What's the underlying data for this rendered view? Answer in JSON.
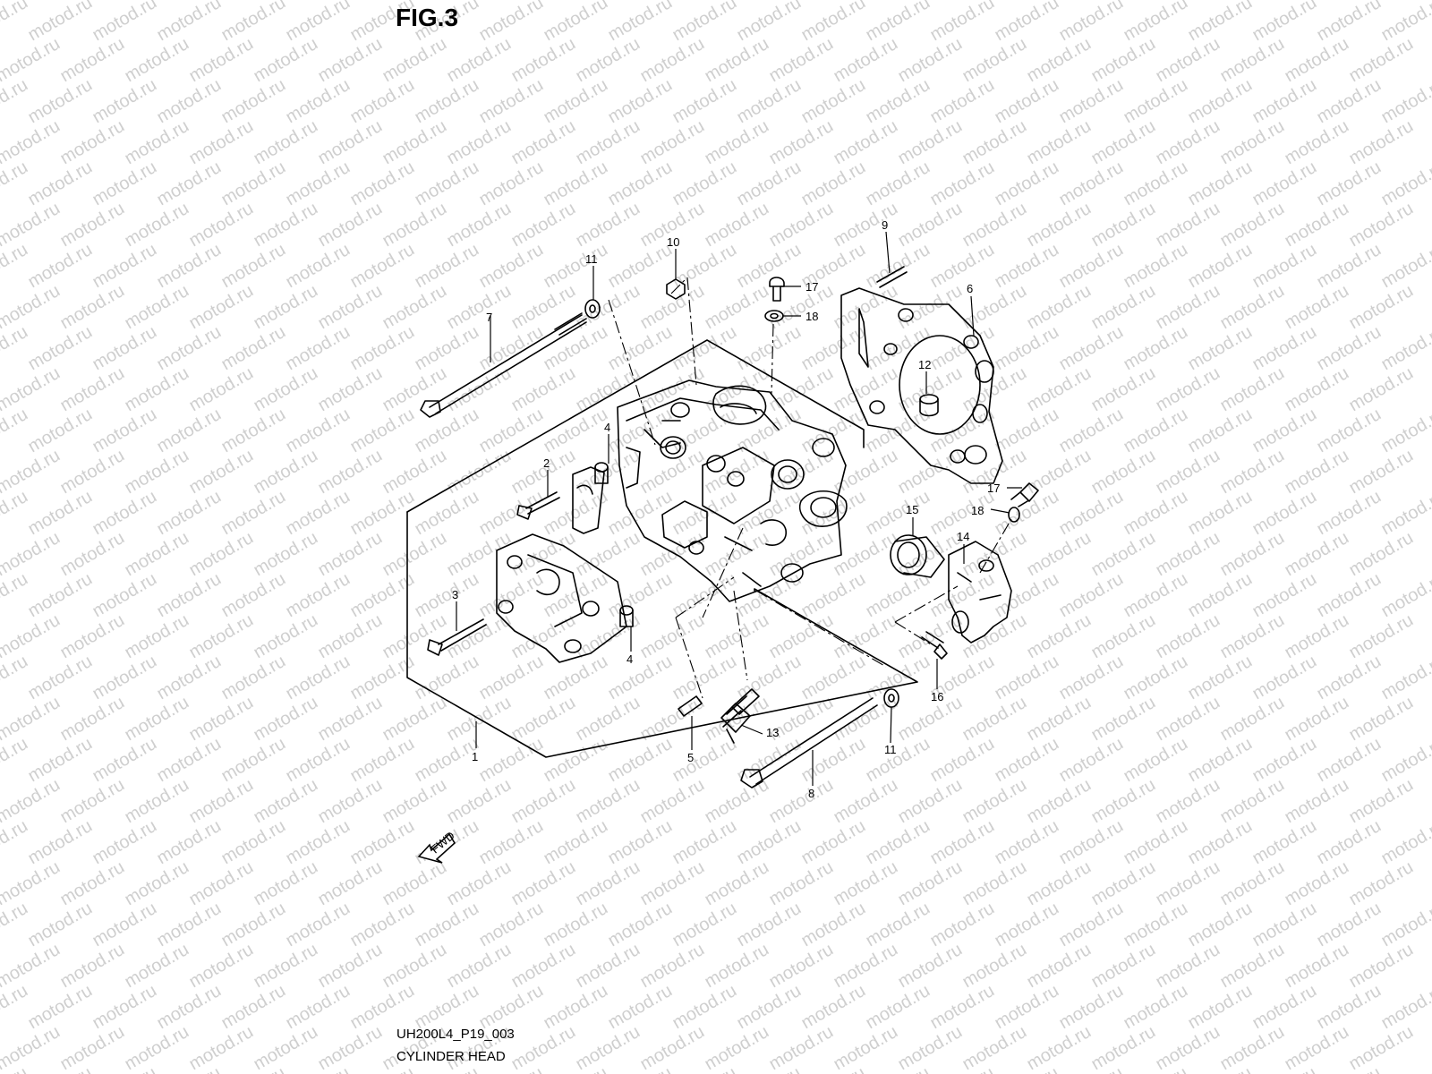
{
  "figure": {
    "title": "FIG.3",
    "code": "UH200L4_P19_003",
    "caption": "CYLINDER HEAD"
  },
  "watermark": {
    "text": "motod.ru",
    "color": "#cfcfcf"
  },
  "fwd_label": "FWD",
  "parts": [
    "1",
    "2",
    "3",
    "4",
    "4",
    "5",
    "6",
    "7",
    "8",
    "9",
    "10",
    "11",
    "11",
    "12",
    "13",
    "14",
    "15",
    "16",
    "17",
    "17",
    "18",
    "18"
  ]
}
